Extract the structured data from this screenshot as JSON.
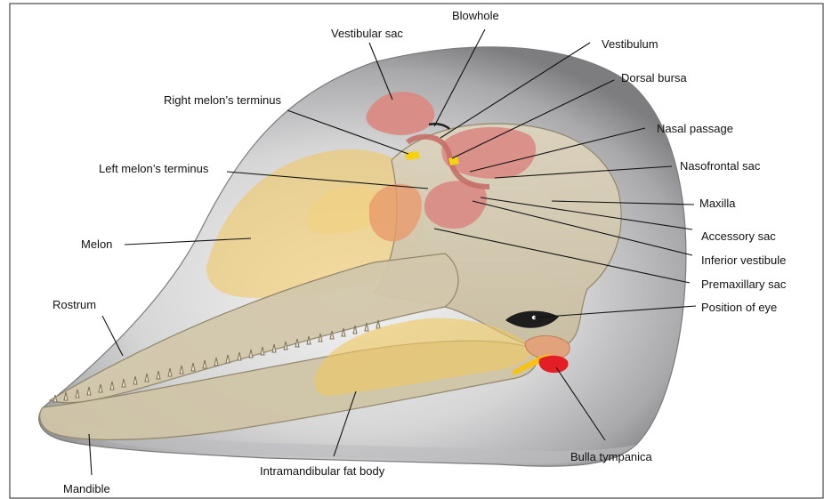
{
  "labels": {
    "blowhole": "Blowhole",
    "vestibular_sac": "Vestibular sac",
    "vestibulum": "Vestibulum",
    "dorsal_bursa": "Dorsal bursa",
    "right_melon_terminus": "Right melon’s terminus",
    "nasal_passage": "Nasal passage",
    "left_melon_terminus": "Left melon’s terminus",
    "nasofrontal_sac": "Nasofrontal sac",
    "maxilla": "Maxilla",
    "melon": "Melon",
    "accessory_sac": "Accessory sac",
    "inferior_vestibule": "Inferior vestibule",
    "rostrum": "Rostrum",
    "premaxillary_sac": "Premaxillary sac",
    "position_of_eye": "Position of eye",
    "bulla_tympanica": "Bulla tympanica",
    "intramandibular_fat_body": "Intramandibular fat body",
    "mandible": "Mandible"
  },
  "colors": {
    "head_outer": "#8c8c8e",
    "head_inner": "#d2d2d3",
    "skull": "#d6ccb4",
    "skull_edge": "#8f8468",
    "melon": "#f2c659",
    "fat_body": "#f0c85e",
    "air_sacs": "#d98a84",
    "bulla": "#e31e24",
    "terminus": "#f5d20e"
  }
}
